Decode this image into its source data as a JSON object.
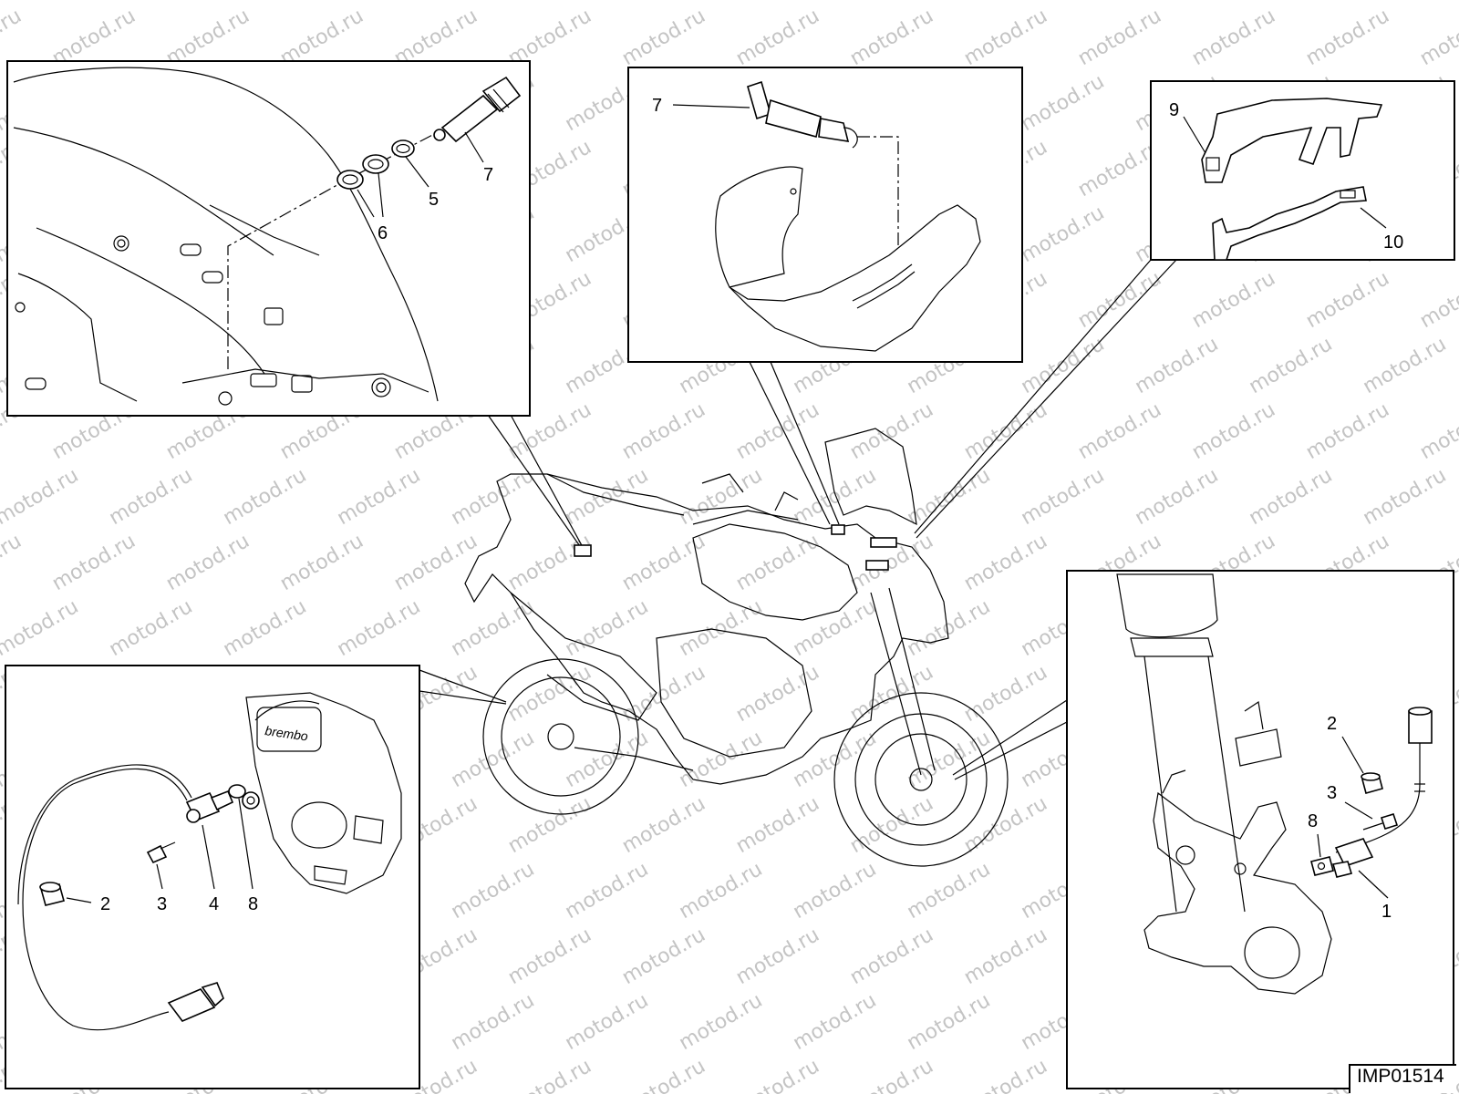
{
  "watermark": "motod.ru",
  "drawing_code": "IMP01514",
  "callouts": {
    "top_left": [
      "7",
      "5",
      "6"
    ],
    "top_center": [
      "7"
    ],
    "top_right": [
      "9",
      "10"
    ],
    "bottom_left": [
      "2",
      "3",
      "4",
      "8"
    ],
    "bottom_right": [
      "2",
      "3",
      "8",
      "1"
    ]
  },
  "caliper_brand": "brembo"
}
